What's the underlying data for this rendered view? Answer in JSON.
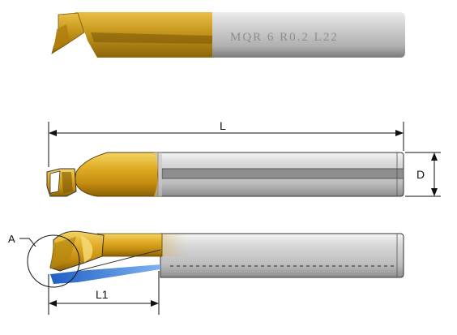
{
  "photo": {
    "engraving": "MQR 6 R0.2 L22"
  },
  "dimensions": {
    "overall_length": "L",
    "shank_diameter": "D",
    "cutting_length": "L1",
    "detail_callout": "A"
  },
  "colors": {
    "gold": "#d8a21c",
    "gold_light": "#f2cf5a",
    "gold_dark": "#9a6f08",
    "steel": "#c9c9c9",
    "steel_light": "#eeeeee",
    "steel_dark": "#8a8a8a",
    "coolant_blue": "#2f78d8",
    "line": "#111111"
  }
}
